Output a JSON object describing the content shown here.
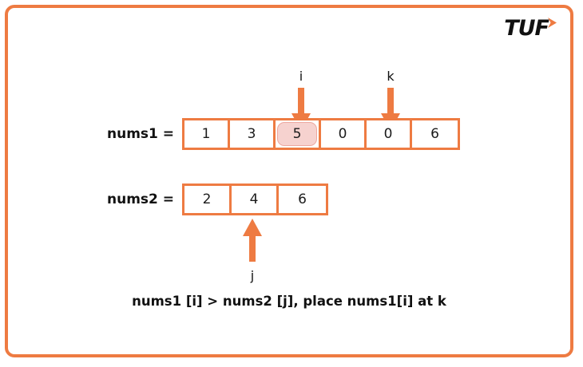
{
  "frame": {
    "border_color": "#ee7b42",
    "background": "#ffffff"
  },
  "logo": {
    "text": "TUF",
    "chevron_color": "#ee7b42",
    "text_color": "#111111"
  },
  "arrays": [
    {
      "id": "nums1",
      "label": "nums1 =",
      "values": [
        "1",
        "3",
        "5",
        "0",
        "0",
        "6"
      ],
      "highlight_index": 2,
      "highlight_color": "#f6d2cf",
      "border_color": "#ee7b42"
    },
    {
      "id": "nums2",
      "label": "nums2 =",
      "values": [
        "2",
        "4",
        "6"
      ],
      "highlight_index": -1,
      "border_color": "#ee7b42"
    }
  ],
  "pointers": [
    {
      "id": "i",
      "label": "i",
      "direction": "down",
      "target_array": "nums1",
      "target_index": 2,
      "color": "#ee7b42"
    },
    {
      "id": "k",
      "label": "k",
      "direction": "down",
      "target_array": "nums1",
      "target_index": 4,
      "color": "#ee7b42"
    },
    {
      "id": "j",
      "label": "j",
      "direction": "up",
      "target_array": "nums2",
      "target_index": 1,
      "color": "#ee7b42"
    }
  ],
  "caption": {
    "text": "nums1 [i] > nums2 [j], place nums1[i] at k"
  }
}
